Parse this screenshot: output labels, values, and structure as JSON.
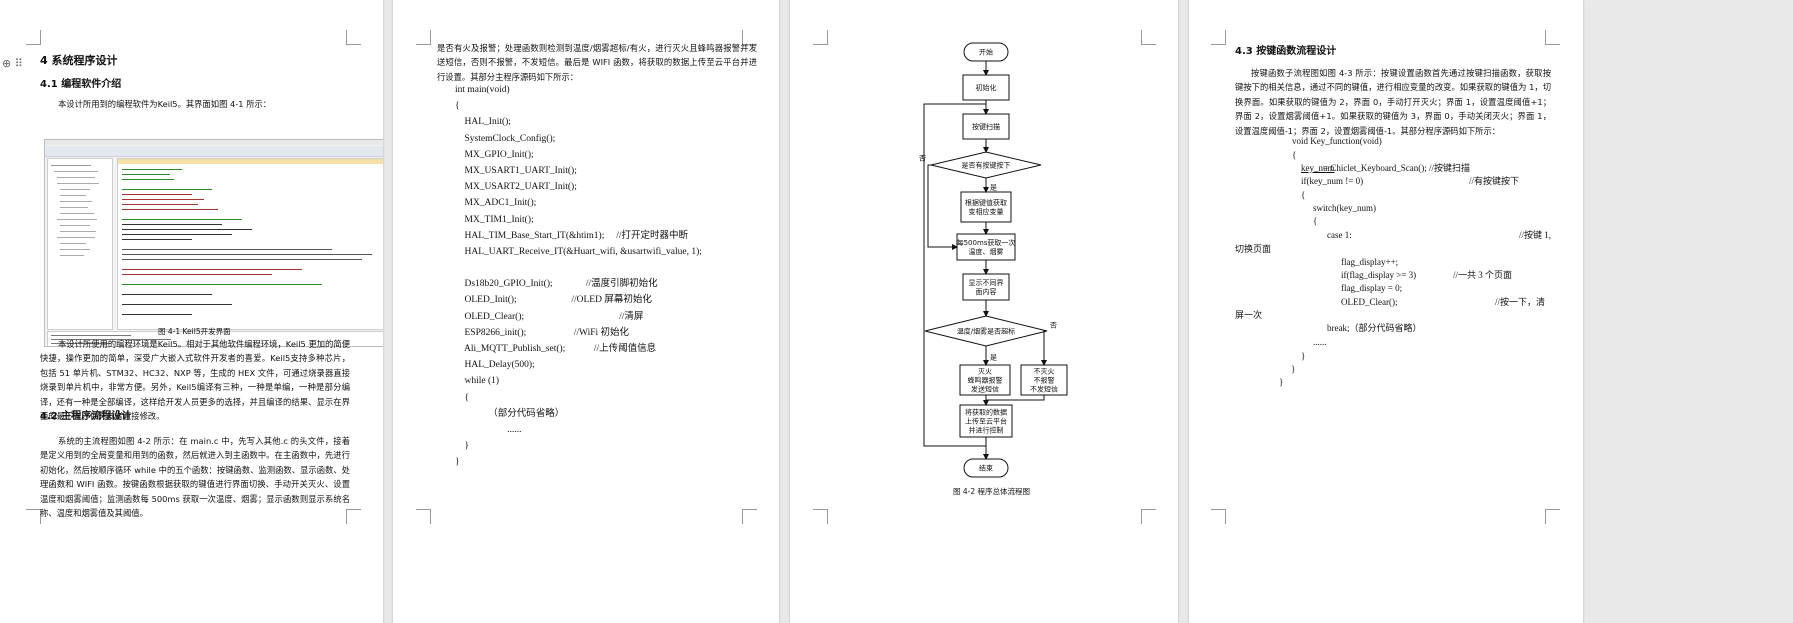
{
  "page1": {
    "heading": "4 系统程序设计",
    "sec41": "4.1 编程软件介绍",
    "p1": "本设计所用到的编程软件为Keil5。其界面如图 4-1 所示：",
    "fig1_caption": "图 4-1 Keil5开发界面",
    "p2": "本设计所使用的编程环境是Keil5。相对于其他软件编程环境，Keil5 更加的简便快捷，操作更加的简单，深受广大嵌入式软件开发者的喜爱。Keil5支持多种芯片，包括 51 单片机、STM32、HC32、NXP 等，生成的 HEX 文件，可通过烧录器直接烧录到单片机中，非常方便。另外，Keil5编译有三种，一种是单编，一种是部分编译，还有一种是全部编译，这样给开发人员更多的选择，并且编译的结果、显示在界面的最下方，供开发者直接修改。",
    "sec42": "4.2 主程序流程设计",
    "p3": "系统的主流程图如图 4-2 所示：在 main.c 中，先写入其他.c 的头文件，接着是定义用到的全局变量和用到的函数，然后就进入到主函数中。在主函数中，先进行初始化，然后按顺序循环 while 中的五个函数：按键函数、监测函数、显示函数、处理函数和 WIFI 函数。按键函数根据获取的键值进行界面切换、手动开关灭火、设置温度和烟雾阈值；监测函数每 500ms 获取一次温度、烟雾；显示函数则显示系统名称、温度和烟雾值及其阈值。"
  },
  "page2": {
    "intro": "是否有火及报警；处理函数则检测到温度/烟雾超标/有火，进行灭火且蜂鸣器报警并发送短信，否则不报警，不发短信。最后是 WIFI 函数，将获取的数据上传至云平台并进行设置。其部分主程序源码如下所示：",
    "code": [
      "int main(void)",
      "{",
      "    HAL_Init();",
      "    SystemClock_Config();",
      "    MX_GPIO_Init();",
      "    MX_USART1_UART_Init();",
      "    MX_USART2_UART_Init();",
      "    MX_ADC1_Init();",
      "    MX_TIM1_Init();",
      "    HAL_TIM_Base_Start_IT(&htim1);     //打开定时器中断",
      "    HAL_UART_Receive_IT(&Huart_wifi, &usartwifi_value, 1);",
      "",
      "    Ds18b20_GPIO_Init();              //温度引脚初始化",
      "    OLED_Init();                       //OLED 屏幕初始化",
      "    OLED_Clear();                                        //清屏",
      "    ESP8266_init();                    //WiFi 初始化",
      "    Ali_MQTT_Publish_set();            //上传阈值信息",
      "    HAL_Delay(500);",
      "    while (1)",
      "    {",
      "              （部分代码省略）",
      "                      ......",
      "    }",
      "}"
    ]
  },
  "page3": {
    "flow": {
      "start": "开始",
      "init": "初始化",
      "scan": "按键扫描",
      "decision1": "是否有按键按下",
      "yes": "是",
      "no": "否",
      "process_key": [
        "根据键值获取",
        "变相应变量"
      ],
      "sample": [
        "每500ms获取一次",
        "温度、烟雾"
      ],
      "display": [
        "显示不同界",
        "面内容"
      ],
      "decision2": "温度/烟雾是否超标",
      "alarm": [
        "灭火",
        "蜂鸣器报警",
        "发送短信"
      ],
      "normal": [
        "不灭火",
        "不报警",
        "不发短信"
      ],
      "upload": [
        "将获取的数据",
        "上传至云平台",
        "并进行控制"
      ],
      "end": "结束"
    },
    "fig2_caption": "图 4-2  程序总体流程图"
  },
  "page4": {
    "sec43": "4.3 按键函数流程设计",
    "p1": "按键函数子流程图如图 4-3 所示：按键设置函数首先通过按键扫描函数，获取按键按下的相关信息，通过不同的键值，进行相应变量的改变。如果获取的键值为 1，切换界面。如果获取的键值为 2，界面 0，手动打开灭火；界面 1，设置温度阈值+1；界面 2，设置烟雾阈值+1。如果获取的键值为 3，界面 0，手动关闭灭火；界面 1，设置温度阈值-1；界面 2，设置烟雾阈值-1。其部分程序源码如下所示：",
    "code": {
      "l1": "void Key_function(void)",
      "l2": "{",
      "l3a": "key_num",
      "l3b": "= Chiclet_Keyboard_Scan(); //按键扫描",
      "l4a": "if(key_num != 0)",
      "l4b": "//有按键按下",
      "l5": "{",
      "l6": "switch(key_num)",
      "l7": "{",
      "l8a": "case 1:",
      "l8b": "//按键 1,",
      "l8c": "切换页面",
      "l9": "flag_display++;",
      "l10a": "if(flag_display >= 3)",
      "l10b": "//一共 3 个页面",
      "l11": "flag_display = 0;",
      "l12a": "OLED_Clear();",
      "l12b": "//按一下，清",
      "l12c": "屏一次",
      "l13": "break;（部分代码省略）",
      "l14": "......",
      "l15": "}",
      "l16": "}",
      "l17": "}"
    }
  }
}
